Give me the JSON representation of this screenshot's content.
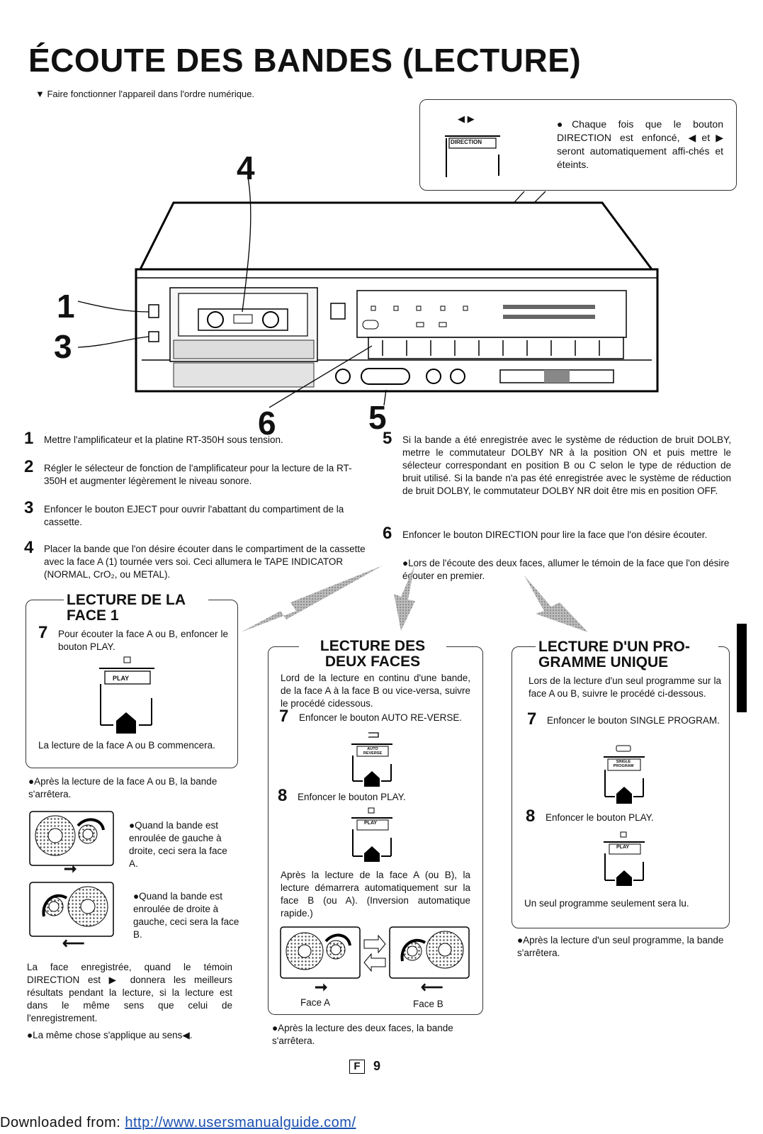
{
  "title": "ÉCOUTE DES BANDES (LECTURE)",
  "intro": "▼ Faire fonctionner l'appareil dans l'ordre numérique.",
  "callout": {
    "arrows": "◀  ▶",
    "button_label": "DIRECTION",
    "text": "●Chaque fois que le bouton DIRECTION est enfoncé, ◀et▶ seront automatiquement affi-chés et éteints."
  },
  "figure_labels": {
    "n4": "4",
    "n1": "1",
    "n3": "3",
    "n6": "6",
    "n5": "5"
  },
  "steps": [
    {
      "num": "1",
      "text": "Mettre l'amplificateur et la platine RT-350H sous tension."
    },
    {
      "num": "2",
      "text": "Régler le sélecteur de fonction de l'amplificateur pour la lecture de la RT-350H et augmenter légèrement le niveau sonore."
    },
    {
      "num": "3",
      "text": "Enfoncer le bouton EJECT pour ouvrir l'abattant du compartiment de la cassette."
    },
    {
      "num": "4",
      "text": "Placer la bande que l'on désire écouter dans le compartiment de la cassette avec la face A (1) tournée vers soi. Ceci allumera le TAPE INDICATOR (NORMAL, CrO₂, ou METAL)."
    },
    {
      "num": "5",
      "text": "Si la bande a été enregistrée avec le système de réduction de bruit DOLBY, metrre le commutateur DOLBY NR à la position ON et puis mettre le sélecteur correspondant en position B ou C selon le type de réduction de bruit utilisé. Si la bande n'a pas été enregistrée avec le système de réduction de bruit DOLBY, le commutateur DOLBY NR doit être mis en position OFF."
    },
    {
      "num": "6",
      "text": "Enfoncer le bouton DIRECTION pour lire la face que l'on désire écouter.",
      "note": "●Lors de l'écoute des deux faces, allumer le témoin de la face que l'on désire écouter en premier."
    }
  ],
  "face1": {
    "title": "LECTURE DE LA FACE 1",
    "step_num": "7",
    "step": "Pour écouter la face A ou B, enfoncer le bouton PLAY.",
    "button": "PLAY",
    "result": "La lecture de la face A ou B commencera.",
    "after": "●Après la lecture de la face A ou B, la bande s'arrêtera.",
    "caseA": "●Quand la bande est enroulée de gauche à droite, ceci sera la face A.",
    "caseB": "●Quand la bande est enroulée de droite à gauche, ceci sera la face B.",
    "arrow_right": "➞",
    "arrow_left": "⟵",
    "note": "La face enregistrée, quand le témoin DIRECTION est ▶ donnera les meilleurs résultats pendant la lecture, si la lecture est dans le même sens que celui de l'enregistrement.",
    "note2": "●La même chose s'applique au sens◀."
  },
  "deux": {
    "title": "LECTURE DES DEUX FACES",
    "intro": "Lord de la lecture en continu d'une bande, de la face A à la face B ou vice-versa, suivre le procédé cidessous.",
    "step7_num": "7",
    "step7": "Enfoncer le bouton AUTO RE-VERSE.",
    "button7": "AUTO REVERSE",
    "step8_num": "8",
    "step8": "Enfoncer le bouton PLAY.",
    "button8": "PLAY",
    "result": "Après la lecture de la face A (ou B), la lecture démarrera automatiquement sur la face B (ou A). (Inversion automatique rapide.)",
    "faceA": "Face A",
    "faceB": "Face B",
    "after": "●Après la lecture des deux faces, la bande s'arrêtera."
  },
  "unique": {
    "title": "LECTURE D'UN PRO-GRAMME UNIQUE",
    "intro": "Lors de la lecture d'un seul programme sur la face A ou B, suivre le procédé ci-dessous.",
    "step7_num": "7",
    "step7": "Enfoncer le bouton SINGLE PROGRAM.",
    "button7": "SINGLE PROGRAM",
    "step8_num": "8",
    "step8": "Enfoncer le bouton PLAY.",
    "button8": "PLAY",
    "result": "Un seul programme seulement sera lu.",
    "after": "●Après la lecture d'un seul programme, la bande s'arrêtera."
  },
  "page": {
    "letter": "F",
    "number": "9"
  },
  "footer": {
    "prefix": "Downloaded from: ",
    "link": "http://www.usersmanualguide.com/"
  }
}
